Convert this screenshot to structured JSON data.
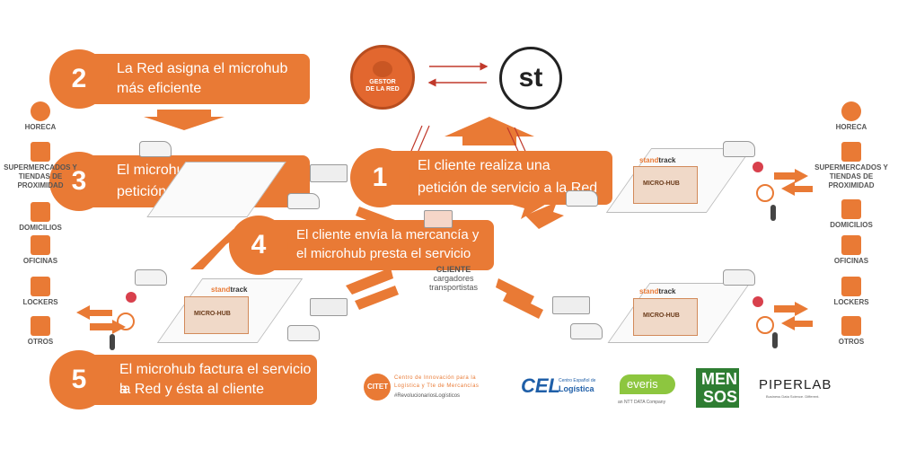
{
  "colors": {
    "accent": "#e97a35",
    "text_gray": "#555555",
    "dark": "#333333"
  },
  "top": {
    "gestor_line1": "GESTOR",
    "gestor_line2": "DE LA RED",
    "st_logo": "st"
  },
  "steps": [
    {
      "num": "2",
      "text_line1": "La Red asigna el microhub",
      "text_line2": "más eficiente"
    },
    {
      "num": "3",
      "text_line1": "El microhub acepta la",
      "text_line2": "petición"
    },
    {
      "num": "1",
      "text_line1": "El cliente realiza una",
      "text_line2": "petición de servicio a la Red"
    },
    {
      "num": "4",
      "text_line1": "El cliente envía la mercancía y",
      "text_line2": "el microhub presta el servicio"
    },
    {
      "num": "5",
      "text_line1": "El microhub factura el servicio a",
      "text_line2": "la Red y ésta al cliente"
    }
  ],
  "client": {
    "title": "CLIENTE",
    "line1": "cargadores",
    "line2": "transportistas"
  },
  "hub": {
    "label": "MICRO-HUB",
    "brand_a": "stand",
    "brand_b": "track"
  },
  "left_column": [
    {
      "label": "HORECA",
      "icon": "fork-knife-icon"
    },
    {
      "label": "SUPERMERCADOS Y TIENDAS DE PROXIMIDAD",
      "label_parts": [
        "SUPERMERCADOS Y",
        "TIENDAS DE",
        "PROXIMIDAD"
      ],
      "icon": "cart-icon"
    },
    {
      "label": "DOMICILIOS",
      "icon": "house-icon"
    },
    {
      "label": "OFICINAS",
      "icon": "building-icon"
    },
    {
      "label": "LOCKERS",
      "icon": "locker-icon"
    },
    {
      "label": "OTROS",
      "icon": "grid-icon"
    }
  ],
  "right_column": [
    {
      "label": "HORECA",
      "icon": "fork-knife-icon"
    },
    {
      "label_parts": [
        "SUPERMERCADOS Y",
        "TIENDAS DE",
        "PROXIMIDAD"
      ],
      "icon": "cart-icon"
    },
    {
      "label": "DOMICILIOS",
      "icon": "house-icon"
    },
    {
      "label": "OFICINAS",
      "icon": "building-icon"
    },
    {
      "label": "LOCKERS",
      "icon": "locker-icon"
    },
    {
      "label": "OTROS",
      "icon": "grid-icon"
    }
  ],
  "logos": {
    "citet_name": "CITET",
    "citet_line1": "Centro de Innovación para la",
    "citet_line2": "Logística y Tte de Mercancías",
    "citet_tag": "#RevolucionariosLogísticos",
    "cel_name": "CEL",
    "cel_line1": "Centro Español de",
    "cel_line2": "Logística",
    "everis_name": "everis",
    "everis_sub": "an NTT DATA Company",
    "mensos_line1": "MEN",
    "mensos_line2": "SOS",
    "piperlab_name": "PIPERLAB",
    "piperlab_sub": "Business Data Science. Different."
  }
}
